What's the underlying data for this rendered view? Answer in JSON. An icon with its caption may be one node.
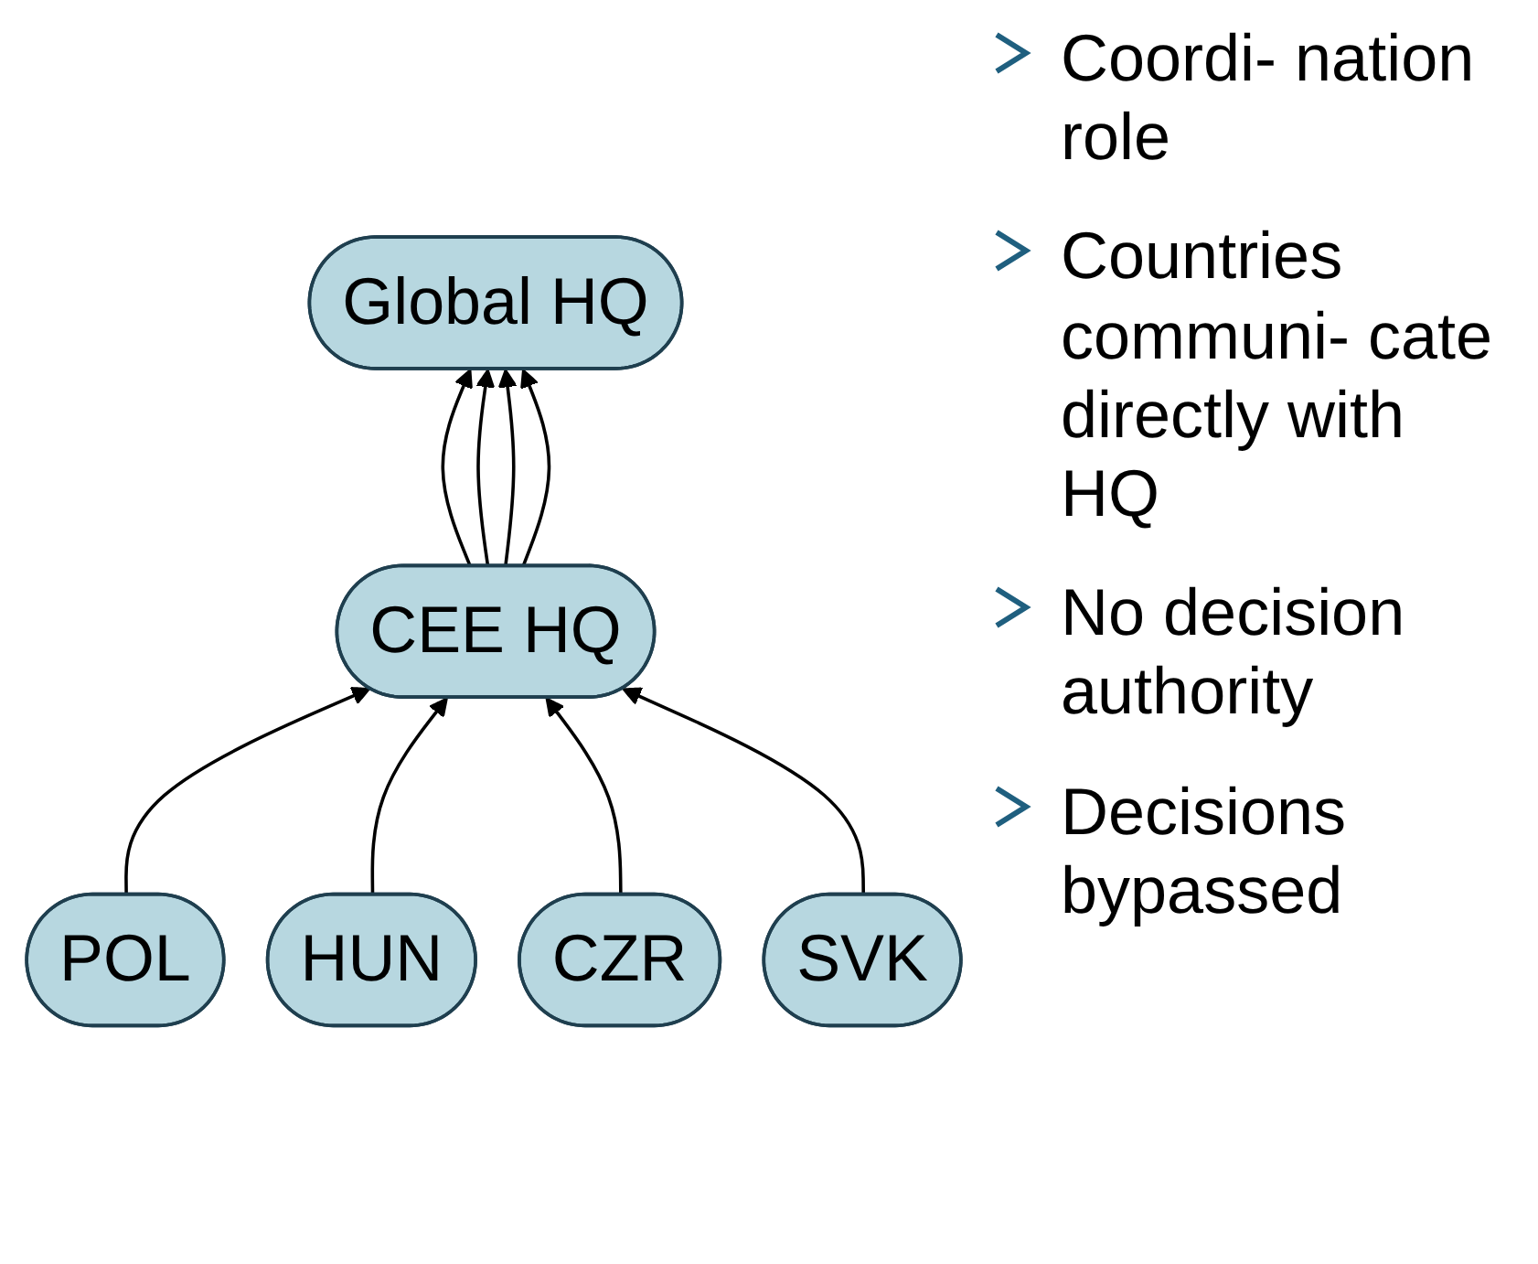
{
  "diagram": {
    "nodes": [
      {
        "text": [
          "Global HQ"
        ]
      },
      {
        "text": [
          "CEE HQ"
        ]
      },
      {
        "text": [
          "POL"
        ]
      },
      {
        "text": [
          "HUN"
        ]
      },
      {
        "text": [
          "CZR"
        ]
      },
      {
        "text": [
          "SVK"
        ]
      }
    ],
    "edges": [
      {
        "from": 1,
        "to": 0,
        "arrow": "to"
      },
      {
        "from": 1,
        "to": 0,
        "arrow": "to"
      },
      {
        "from": 1,
        "to": 0,
        "arrow": "to"
      },
      {
        "from": 1,
        "to": 0,
        "arrow": "to"
      },
      {
        "from": 2,
        "to": 1,
        "arrow": "to"
      },
      {
        "from": 3,
        "to": 1,
        "arrow": "to"
      },
      {
        "from": 4,
        "to": 1,
        "arrow": "to"
      },
      {
        "from": 5,
        "to": 1,
        "arrow": "to"
      }
    ],
    "labels": [
      "Coordi- nation role",
      "Countries communi- cate directly with HQ",
      "No decision authority",
      "Decisions bypassed"
    ]
  }
}
